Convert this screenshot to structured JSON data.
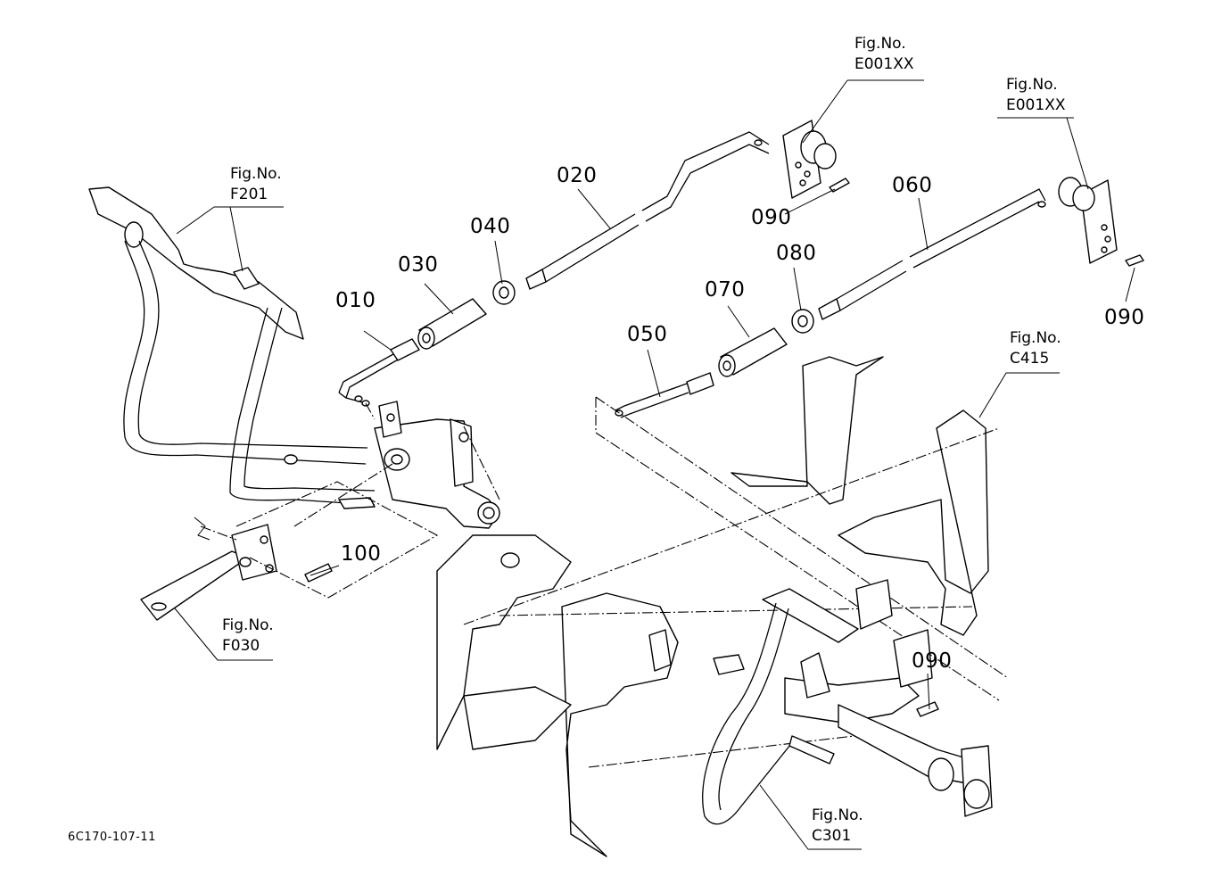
{
  "part_labels": {
    "p010": "010",
    "p020": "020",
    "p030": "030",
    "p040": "040",
    "p050": "050",
    "p060": "060",
    "p070": "070",
    "p080": "080",
    "p090_a": "090",
    "p090_b": "090",
    "p090_c": "090",
    "p100": "100"
  },
  "fig_refs": {
    "f201": {
      "prefix": "Fig.No.",
      "code": "F201"
    },
    "e001_left": {
      "prefix": "Fig.No.",
      "code": "E001XX"
    },
    "e001_right": {
      "prefix": "Fig.No.",
      "code": "E001XX"
    },
    "c415": {
      "prefix": "Fig.No.",
      "code": "C415"
    },
    "f030": {
      "prefix": "Fig.No.",
      "code": "F030"
    },
    "c301": {
      "prefix": "Fig.No.",
      "code": "C301"
    }
  },
  "drawing_code": "6C170-107-11"
}
